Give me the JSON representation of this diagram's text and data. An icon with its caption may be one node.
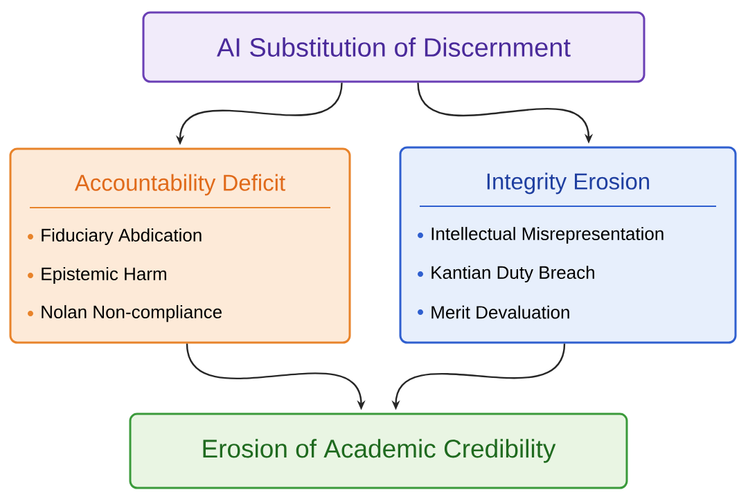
{
  "diagram": {
    "nodes": [
      {
        "text": [
          "AI Substitution of Discernment"
        ]
      },
      {
        "text": [
          "Accountability Deficit",
          "Fiduciary Abdication",
          "Epistemic Harm",
          "Nolan Non-compliance"
        ]
      },
      {
        "text": [
          "Integrity Erosion",
          "Intellectual Misrepresentation",
          "Kantian Duty Breach",
          "Merit Devaluation"
        ]
      },
      {
        "text": [
          "Erosion of Academic Credibility"
        ]
      }
    ],
    "edges": [
      {
        "from": 0,
        "to": 1,
        "arrow": "to"
      },
      {
        "from": 0,
        "to": 2,
        "arrow": "to"
      },
      {
        "from": 1,
        "to": 3,
        "arrow": "to"
      },
      {
        "from": 2,
        "to": 3,
        "arrow": "to"
      }
    ]
  }
}
